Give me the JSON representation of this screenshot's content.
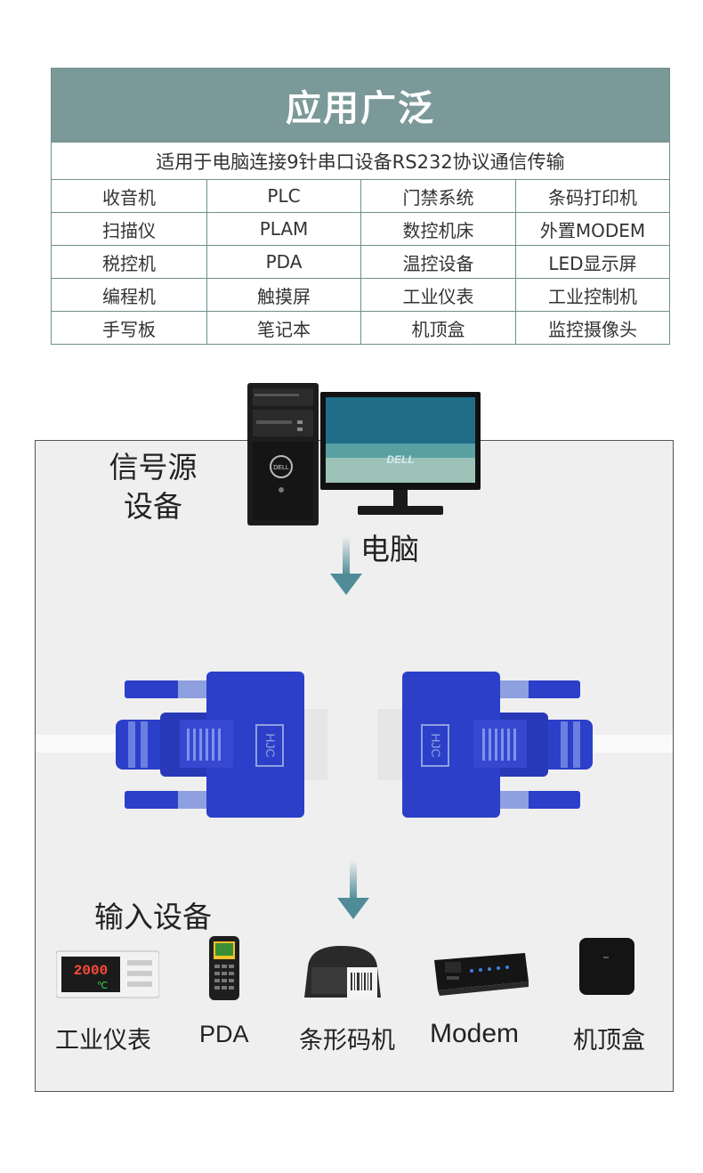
{
  "table": {
    "title": "应用广泛",
    "subtitle": "适用于电脑连接9针串口设备RS232协议通信传输",
    "rows": [
      [
        "收音机",
        "PLC",
        "门禁系统",
        "条码打印机"
      ],
      [
        "扫描仪",
        "PLAM",
        "数控机床",
        "外置MODEM"
      ],
      [
        "税控机",
        "PDA",
        "温控设备",
        "LED显示屏"
      ],
      [
        "编程机",
        "触摸屏",
        "工业仪表",
        "工业控制机"
      ],
      [
        "手写板",
        "笔记本",
        "机顶盒",
        "监控摄像头"
      ]
    ],
    "header_color": "#7b9998"
  },
  "diagram": {
    "source_label_line1": "信号源",
    "source_label_line2": "设备",
    "pc_label": "电脑",
    "input_label": "输入设备",
    "monitor_logo": "DELL",
    "tower_logo": "DELL",
    "connector_logo": "HJC",
    "arrow_color": "#4f8c98",
    "connector_color": "#2b3fc9",
    "devices": [
      {
        "label": "工业仪表",
        "icon": "temperature-controller-icon",
        "display_value": "2000",
        "display_unit": "℃"
      },
      {
        "label": "PDA",
        "icon": "pda-icon"
      },
      {
        "label": "条形码机",
        "icon": "barcode-printer-icon"
      },
      {
        "label": "Modem",
        "icon": "modem-icon"
      },
      {
        "label": "机顶盒",
        "icon": "set-top-box-icon"
      }
    ]
  }
}
